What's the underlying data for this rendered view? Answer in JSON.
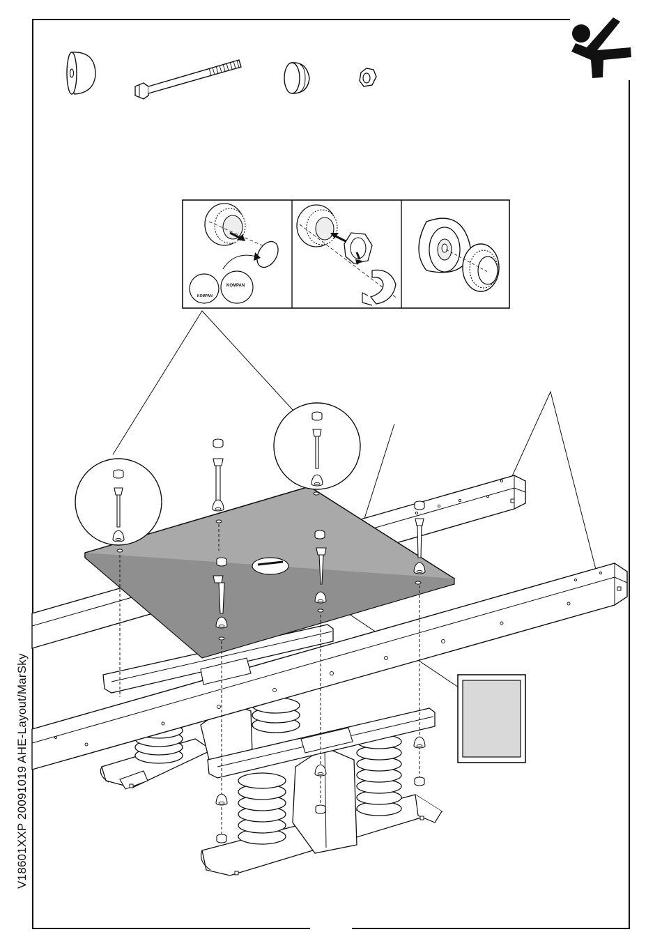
{
  "document": {
    "side_code": "V18601XXP 20091019 AHE-Layout/MarSky"
  },
  "logo": {
    "brand": "KOMPAN"
  },
  "detail_panels": {
    "panel1_cap_logo_left": "KOMPAN",
    "panel1_cap_logo_right": "KOMPAN"
  },
  "icons": [
    "kompan-figure-logo",
    "spacer-cone-icon",
    "bolt-icon",
    "cap-icon",
    "nut-icon"
  ],
  "colors": {
    "line": "#111111",
    "plate": "#a9a9a9",
    "frame_panel": "#d9d9d9",
    "white": "#ffffff"
  }
}
